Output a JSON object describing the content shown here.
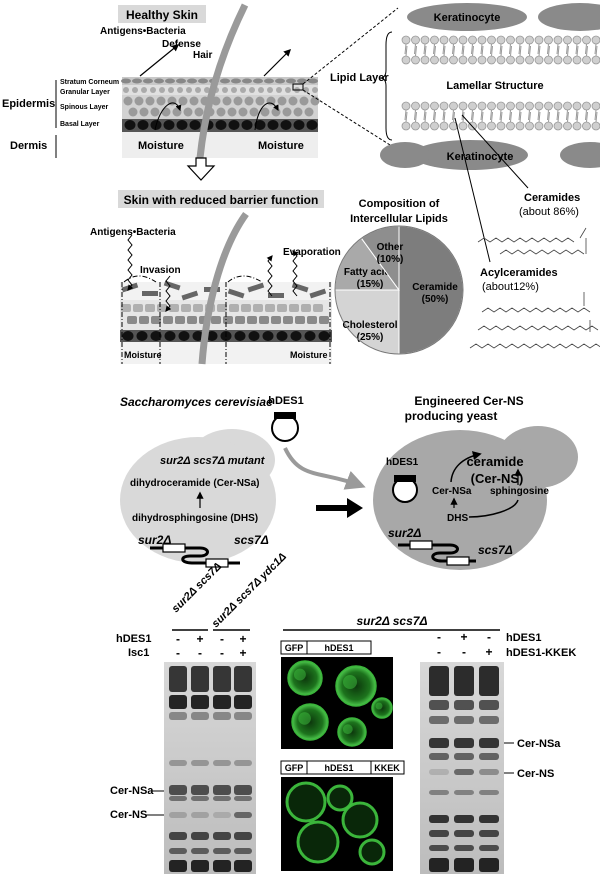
{
  "skin": {
    "healthy_title": "Healthy Skin",
    "antigens_bacteria": "Antigens•Bacteria",
    "defense": "Defense",
    "hair": "Hair",
    "epidermis": "Epidermis",
    "dermis": "Dermis",
    "stratum_corneum": "Stratum Corneum",
    "granular_layer": "Granular Layer",
    "spinous_layer": "Spinous Layer",
    "basal_layer": "Basal Layer",
    "moisture": "Moisture",
    "reduced_title": "Skin with reduced barrier function",
    "antigens_bacteria_2": "Antigens•Bacteria",
    "invasion": "Invasion",
    "evaporation": "Evaporation"
  },
  "lipid": {
    "keratinocyte": "Keratinocyte",
    "lipid_layer": "Lipid Layer",
    "lamellar": "Lamellar Structure",
    "ceramides": "Ceramides",
    "ceramides_pct": "(about 86%)",
    "acylceramides": "Acylceramides",
    "acylceramides_pct": "(about12%)"
  },
  "composition": {
    "title_line1": "Composition of",
    "title_line2": "Intercellular Lipids"
  },
  "chart_data": {
    "type": "pie",
    "title": "Composition of Intercellular Lipids",
    "slices": [
      {
        "label": "Ceramide",
        "pct_label": "(50%)",
        "value": 50,
        "color": "#7d7d7d"
      },
      {
        "label": "Cholesterol",
        "pct_label": "(25%)",
        "value": 25,
        "color": "#d4d4d4"
      },
      {
        "label": "Fatty acids",
        "pct_label": "(15%)",
        "value": 15,
        "color": "#a9a9a9"
      },
      {
        "label": "Other",
        "pct_label": "(10%)",
        "value": 10,
        "color": "#8e8e8e"
      }
    ]
  },
  "yeast": {
    "species": "Saccharomyces  cerevisiae",
    "mutant": "sur2Δ scs7Δ mutant",
    "dhcer": "dihydroceramide (Cer-NSa)",
    "dhs": "dihydrosphingosine (DHS)",
    "sur2": "sur2Δ",
    "scs7": "scs7Δ",
    "hdes1_plasmid": "hDES1",
    "engineered_1": "Engineered Cer-NS",
    "engineered_2": "producing yeast",
    "ceramide": "ceramide",
    "cer_ns_paren": "(Cer-NS)",
    "hdes1_inner": "hDES1",
    "cer_nsa": "Cer-NSa",
    "sphingosine": "sphingosine",
    "dhs_short": "DHS",
    "sur2_2": "sur2Δ",
    "scs7_2": "scs7Δ"
  },
  "gel1": {
    "group1": "sur2Δ scs7Δ",
    "group2": "sur2Δ scs7Δ ydc1Δ",
    "row1_label": "hDES1",
    "row2_label": "Isc1",
    "row1_signs": [
      "-",
      "+",
      "-",
      "+"
    ],
    "row2_signs": [
      "-",
      "-",
      "-",
      "+"
    ],
    "cer_nsa": "Cer-NSa",
    "cer_ns": "Cer-NS"
  },
  "micro": {
    "group": "sur2Δ scs7Δ",
    "gfp_1": "GFP",
    "hdes1_1": "hDES1",
    "gfp_2": "GFP",
    "hdes1_2": "hDES1",
    "kkek": "KKEK"
  },
  "gel2": {
    "row1_label": "hDES1",
    "row2_label": "hDES1-KKEK",
    "row1_signs": [
      "-",
      "+",
      "-"
    ],
    "row2_signs": [
      "-",
      "-",
      "+"
    ],
    "cer_nsa": "Cer-NSa",
    "cer_ns": "Cer-NS"
  },
  "colors": {
    "cell_light": "#d9d9d9",
    "cell_dark": "#a8a8a8",
    "keratinocyte": "#8a8a8a",
    "fluorescence": "#3fbf3f"
  }
}
